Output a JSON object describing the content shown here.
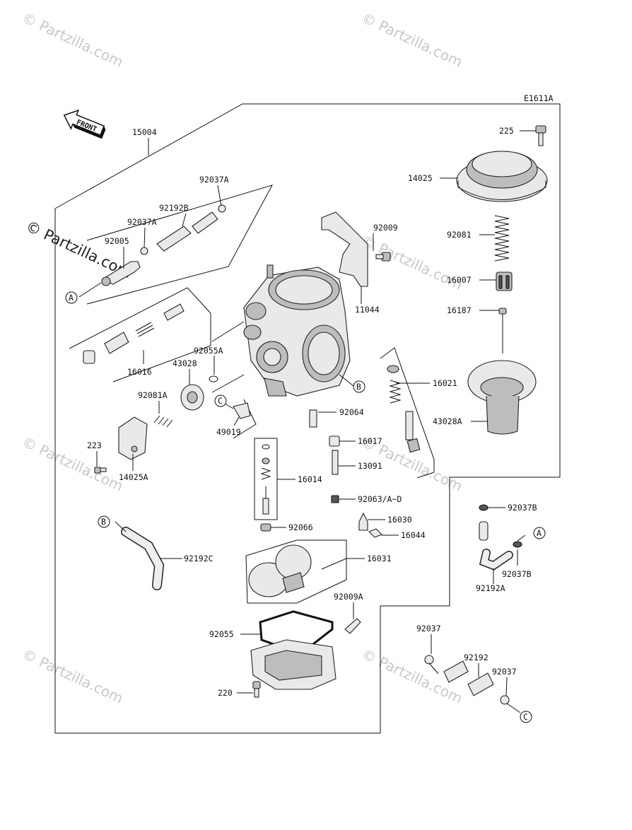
{
  "diagram": {
    "code": "E1611A",
    "front_label": "FRONT",
    "watermark": "© Partzilla.com",
    "labels": {
      "p15004": "15004",
      "p92037A_1": "92037A",
      "p92192B": "92192B",
      "p92037A_2": "92037A",
      "p92005": "92005",
      "p16016": "16016",
      "p92055A": "92055A",
      "p43028": "43028",
      "p92081A": "92081A",
      "p223": "223",
      "p14025A": "14025A",
      "p49019": "49019",
      "p92009": "92009",
      "p11044": "11044",
      "p225": "225",
      "p14025": "14025",
      "p92081": "92081",
      "p16007": "16007",
      "p16187": "16187",
      "p16021": "16021",
      "p43028A": "43028A",
      "p92064": "92064",
      "p16017": "16017",
      "p13091": "13091",
      "p16014": "16014",
      "p92063": "92063/A~D",
      "p16030": "16030",
      "p16044": "16044",
      "p92066": "92066",
      "p92037B_1": "92037B",
      "p92037B_2": "92037B",
      "p92192A": "92192A",
      "p92192C": "92192C",
      "p16031": "16031",
      "p92009A": "92009A",
      "p92055": "92055",
      "p220": "220",
      "p92037_1": "92037",
      "p92192": "92192",
      "p92037_2": "92037"
    },
    "callouts": {
      "a": "A",
      "b": "B",
      "c": "C"
    }
  }
}
